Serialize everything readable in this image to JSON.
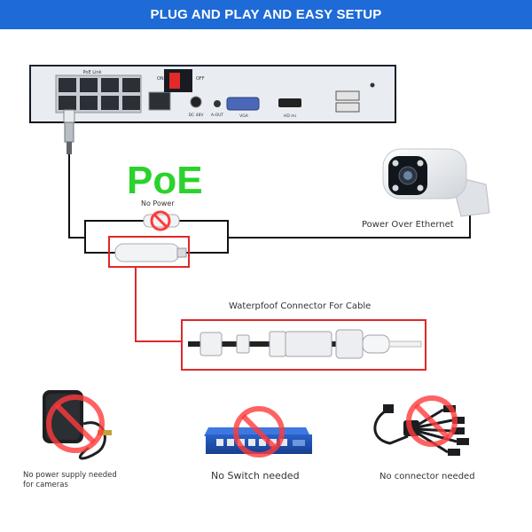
{
  "banner": {
    "title": "PLUG AND PLAY AND EASY SETUP"
  },
  "nvr": {
    "poe_link_label": "PoE Link",
    "switch_on": "ON",
    "switch_off": "OFF",
    "dc_label": "DC 48V",
    "aout_label": "A-OUT",
    "vga_label": "VGA",
    "hdmi_label": "HD mi"
  },
  "poe": {
    "logo": "PoE",
    "no_power": "No Power",
    "poe_color": "#2bd22b"
  },
  "camera": {
    "caption": "Power Over Ethernet"
  },
  "connector": {
    "caption": "Waterpfoof Connector For Cable"
  },
  "bottom": {
    "adapter_caption_1": "No power supply needed",
    "adapter_caption_2": "for cameras",
    "switch_caption": "No Switch needed",
    "splitter_caption": "No connector needed"
  },
  "colors": {
    "banner": "#1e6ad6",
    "highlight_red": "#e0282a",
    "prohibit_red": "#ff3b3b"
  },
  "icons": [
    "prohibit-icon",
    "ethernet-plug-icon",
    "usb-port-icon"
  ]
}
